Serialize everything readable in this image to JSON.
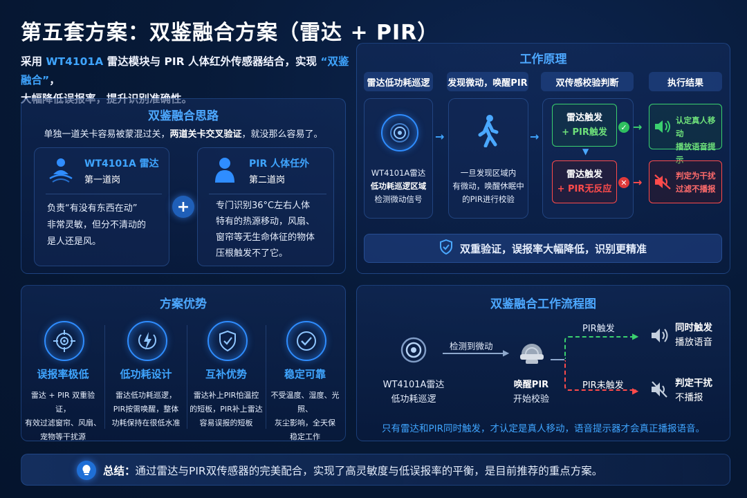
{
  "title": "第五套方案：双鉴融合方案（雷达 + PIR）",
  "intro": {
    "p1": "采用 ",
    "module": "WT4101A",
    "p2": " 雷达模块与 PIR 人体红外传感器结合，实现 ",
    "quote": "“双鉴融合”",
    "p3": "，",
    "line2": "大幅降低误报率，提升识别准确性。"
  },
  "thinking": {
    "title": "双鉴融合思路",
    "desc_a": "单独一道关卡容易被蒙混过关，",
    "desc_b": "两道关卡交叉验证",
    "desc_c": "，就没那么容易了。",
    "radar": {
      "name": "WT4101A 雷达",
      "gate": "第一道岗",
      "text1": "负责“有没有东西在动”",
      "text2": "非常灵敏，但分不清动的",
      "text3": "是人还是风。"
    },
    "plus": "+",
    "pir": {
      "name": "PIR 人体任外",
      "gate": "第二道岗",
      "text1": "专门识别36°C左右人体",
      "text2": "特有的热源移动，风扇、",
      "text3": "窗帘等无生命体征的物体",
      "text4": "压根触发不了它。"
    }
  },
  "principle": {
    "title": "工作原理",
    "steps": [
      "雷达低功耗巡逻",
      "发现微动，唤醒PIR",
      "双传感校验判断",
      "执行结果"
    ],
    "radar_box": {
      "l1": "WT4101A雷达",
      "l2": "低功耗巡逻区域",
      "l3": "检测微动信号"
    },
    "walk_box": {
      "l1": "一旦发现区域内",
      "l2": "有微动，唤醒休眠中",
      "l3": "的PIR进行校验"
    },
    "check_ok": {
      "l1": "雷达触发",
      "l2": "+ PIR触发"
    },
    "check_no": {
      "l1": "雷达触发",
      "l2": "+ PIR无反应"
    },
    "result_ok": {
      "l1": "认定真人移动",
      "l2": "播放语音提示"
    },
    "result_no": {
      "l1": "判定为干扰",
      "l2": "过滤不播报"
    },
    "banner": "双重验证，误报率大幅降低，识别更精准"
  },
  "advantages": {
    "title": "方案优势",
    "items": [
      {
        "name": "误报率极低",
        "l1": "雷达 + PIR 双重验证，",
        "l2": "有效过滤窗帘、风扇、",
        "l3": "宠物等干扰源"
      },
      {
        "name": "低功耗设计",
        "l1": "雷达低功耗巡逻，",
        "l2": "PIR按需唤醒，整体",
        "l3": "功耗保持在很低水准"
      },
      {
        "name": "互补优势",
        "l1": "雷达补上PIR怕温控",
        "l2": "的短板，PIR补上雷达",
        "l3": "容易误报的短板"
      },
      {
        "name": "稳定可靠",
        "l1": "不受温度、湿度、光照、",
        "l2": "灰尘影响，全天保",
        "l3": "稳定工作"
      }
    ]
  },
  "flow": {
    "title": "双鉴融合工作流程图",
    "radar_l1": "WT4101A雷达",
    "radar_l2": "低功耗巡逻",
    "detect": "检测到微动",
    "pir_l1": "唤醒PIR",
    "pir_l2": "开始校验",
    "pir_yes": "PIR触发",
    "pir_no": "PIR未触发",
    "out_yes_l1": "同时触发",
    "out_yes_l2": "播放语音",
    "out_no_l1": "判定干扰",
    "out_no_l2": "不播报",
    "note": "只有雷达和PIR同时触发，才认定是真人移动，语音提示器才会真正播报语音。"
  },
  "summary": {
    "label": "总结：",
    "text": "通过雷达与PIR双传感器的完美配合，实现了高灵敏度与低误报率的平衡，是目前推荐的重点方案。"
  },
  "colors": {
    "accent": "#3fa5ff",
    "ok": "#3bd16f",
    "bad": "#ff4b4b",
    "bg": "#071a38"
  }
}
